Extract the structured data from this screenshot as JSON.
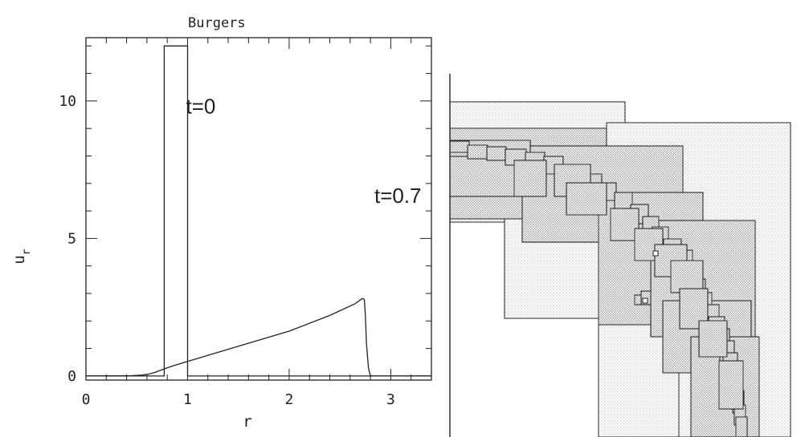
{
  "chart_data": [
    {
      "type": "line",
      "title": "Burgers",
      "xlabel": "r",
      "ylabel": "u_r",
      "xlim": [
        0,
        3.4
      ],
      "ylim": [
        -0.15,
        12.3
      ],
      "x_ticks": [
        0,
        1,
        2,
        3
      ],
      "y_ticks": [
        0,
        5,
        10
      ],
      "x_minor_step": 0.2,
      "y_minor_step": 1,
      "grid": false,
      "series": [
        {
          "annotation": "t=0",
          "x": [
            0,
            0.77,
            0.77,
            1.0,
            1.0,
            3.4
          ],
          "y": [
            0,
            0,
            12,
            12,
            0,
            0
          ]
        },
        {
          "annotation": "t=0.7",
          "x": [
            0,
            0.45,
            0.55,
            0.62,
            0.68,
            0.75,
            0.85,
            1.0,
            1.3,
            1.6,
            2.0,
            2.4,
            2.65,
            2.72,
            2.74,
            2.75,
            2.76,
            2.78,
            2.8,
            3.4
          ],
          "y": [
            0,
            0.01,
            0.03,
            0.07,
            0.13,
            0.23,
            0.36,
            0.53,
            0.86,
            1.19,
            1.63,
            2.2,
            2.63,
            2.82,
            2.78,
            2.2,
            1.2,
            0.3,
            0,
            0
          ]
        }
      ],
      "annotations": [
        {
          "text": "t=0",
          "x": 1.13,
          "y": 9.55
        },
        {
          "text": "t=0.7",
          "x": 3.07,
          "y": 6.3
        }
      ]
    },
    {
      "type": "diagram",
      "description_visible": "adaptive mesh refinement grid patches"
    }
  ]
}
